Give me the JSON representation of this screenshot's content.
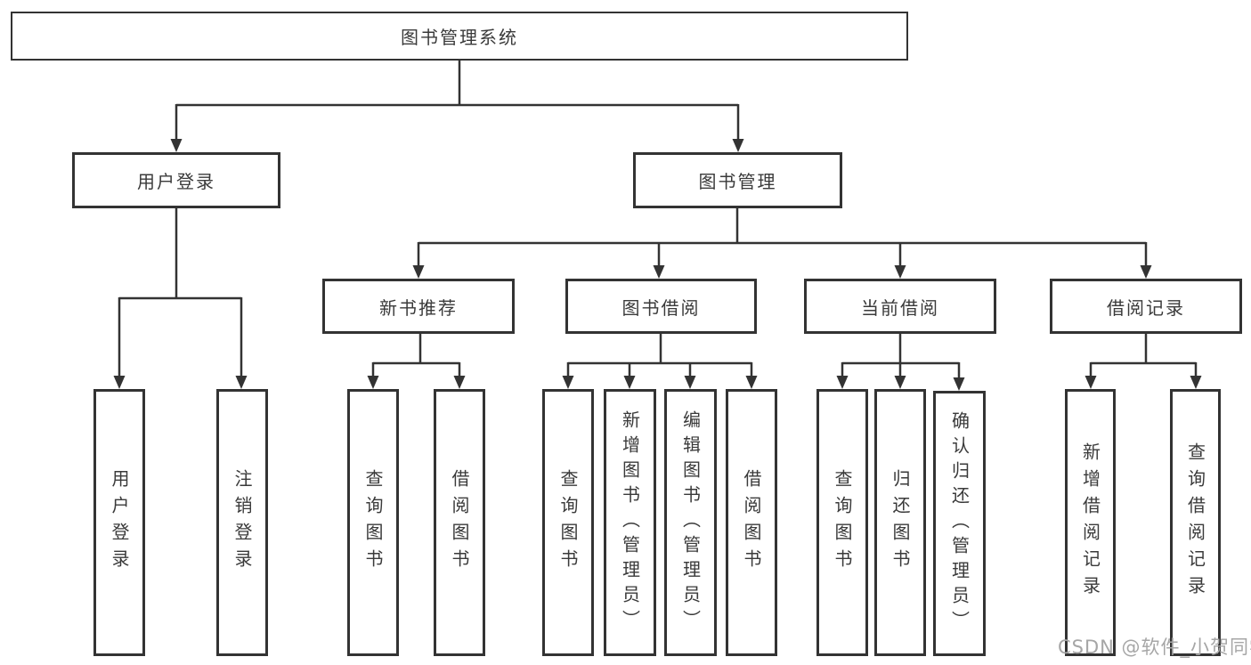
{
  "diagram": {
    "root": {
      "label": "图书管理系统"
    },
    "branches": [
      {
        "label": "用户登录",
        "children": [
          {
            "label": "用户登录"
          },
          {
            "label": "注销登录"
          }
        ]
      },
      {
        "label": "图书管理",
        "children": [
          {
            "label": "新书推荐",
            "children": [
              {
                "label": "查询图书"
              },
              {
                "label": "借阅图书"
              }
            ]
          },
          {
            "label": "图书借阅",
            "children": [
              {
                "label": "查询图书"
              },
              {
                "label": "新增图书（管理员）"
              },
              {
                "label": "编辑图书（管理员）"
              },
              {
                "label": "借阅图书"
              }
            ]
          },
          {
            "label": "当前借阅",
            "children": [
              {
                "label": "查询图书"
              },
              {
                "label": "归还图书"
              },
              {
                "label": "确认归还（管理员）"
              }
            ]
          },
          {
            "label": "借阅记录",
            "children": [
              {
                "label": "新增借阅记录"
              },
              {
                "label": "查询借阅记录"
              }
            ]
          }
        ]
      }
    ]
  },
  "watermark": {
    "text": "CSDN @软件_小贺同学"
  },
  "colors": {
    "line": "#333333",
    "text": "#3a3a3a",
    "bg": "#ffffff",
    "watermark": "#a6a6a6"
  }
}
